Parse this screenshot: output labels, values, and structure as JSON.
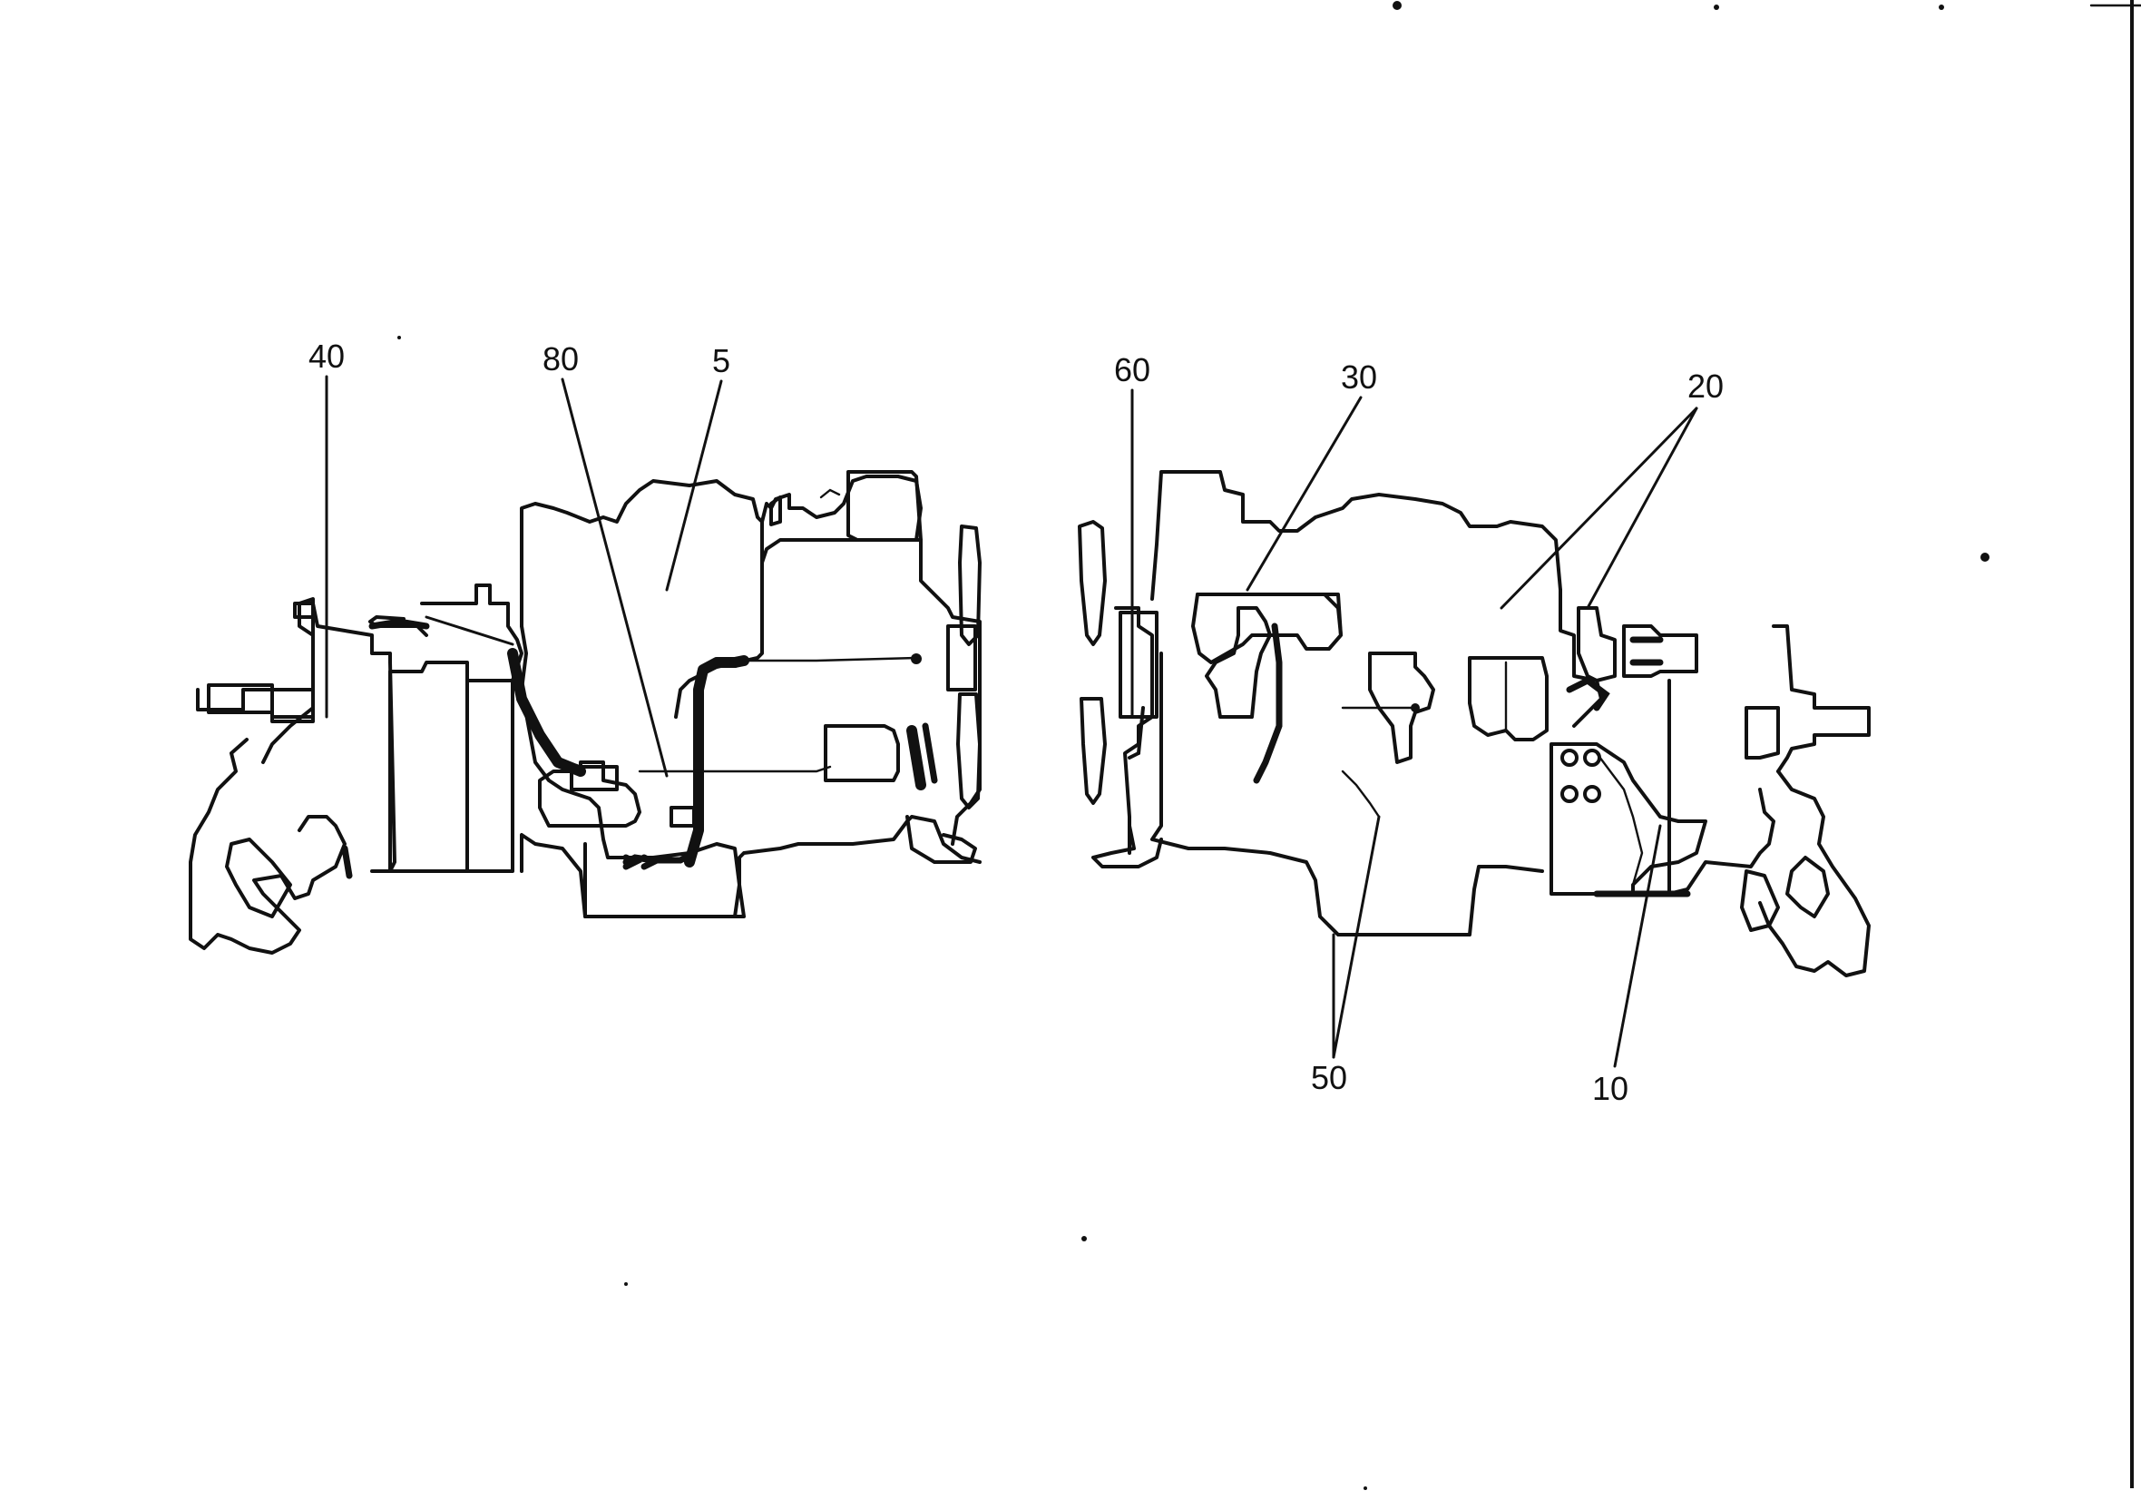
{
  "callouts": {
    "c40": "40",
    "c80": "80",
    "c5": "5",
    "c60": "60",
    "c30": "30",
    "c20": "20",
    "c50": "50",
    "c10": "10"
  },
  "colors": {
    "ink": "#111111",
    "paper": "#ffffff"
  }
}
